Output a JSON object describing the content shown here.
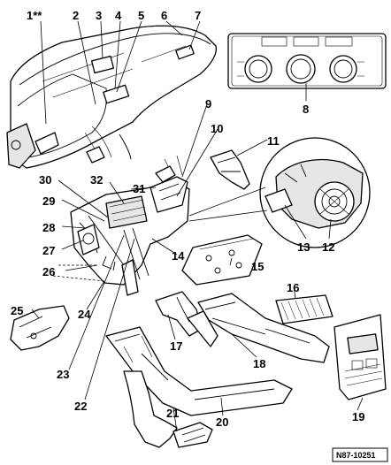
{
  "diagram": {
    "callouts": [
      {
        "id": "1",
        "text": "1**"
      },
      {
        "id": "2",
        "text": "2"
      },
      {
        "id": "3",
        "text": "3"
      },
      {
        "id": "4",
        "text": "4"
      },
      {
        "id": "5",
        "text": "5"
      },
      {
        "id": "6",
        "text": "6"
      },
      {
        "id": "7",
        "text": "7"
      },
      {
        "id": "8",
        "text": "8"
      },
      {
        "id": "9",
        "text": "9"
      },
      {
        "id": "10",
        "text": "10"
      },
      {
        "id": "11",
        "text": "11"
      },
      {
        "id": "12",
        "text": "12"
      },
      {
        "id": "13",
        "text": "13"
      },
      {
        "id": "14",
        "text": "14"
      },
      {
        "id": "15",
        "text": "15"
      },
      {
        "id": "16",
        "text": "16"
      },
      {
        "id": "17",
        "text": "17"
      },
      {
        "id": "18",
        "text": "18"
      },
      {
        "id": "19",
        "text": "19"
      },
      {
        "id": "20",
        "text": "20"
      },
      {
        "id": "21",
        "text": "21"
      },
      {
        "id": "22",
        "text": "22"
      },
      {
        "id": "23",
        "text": "23"
      },
      {
        "id": "24",
        "text": "24"
      },
      {
        "id": "25",
        "text": "25"
      },
      {
        "id": "26",
        "text": "26"
      },
      {
        "id": "27",
        "text": "27"
      },
      {
        "id": "28",
        "text": "28"
      },
      {
        "id": "29",
        "text": "29"
      },
      {
        "id": "30",
        "text": "30"
      },
      {
        "id": "31",
        "text": "31"
      },
      {
        "id": "32",
        "text": "32"
      }
    ],
    "reference": "N87-10251"
  }
}
